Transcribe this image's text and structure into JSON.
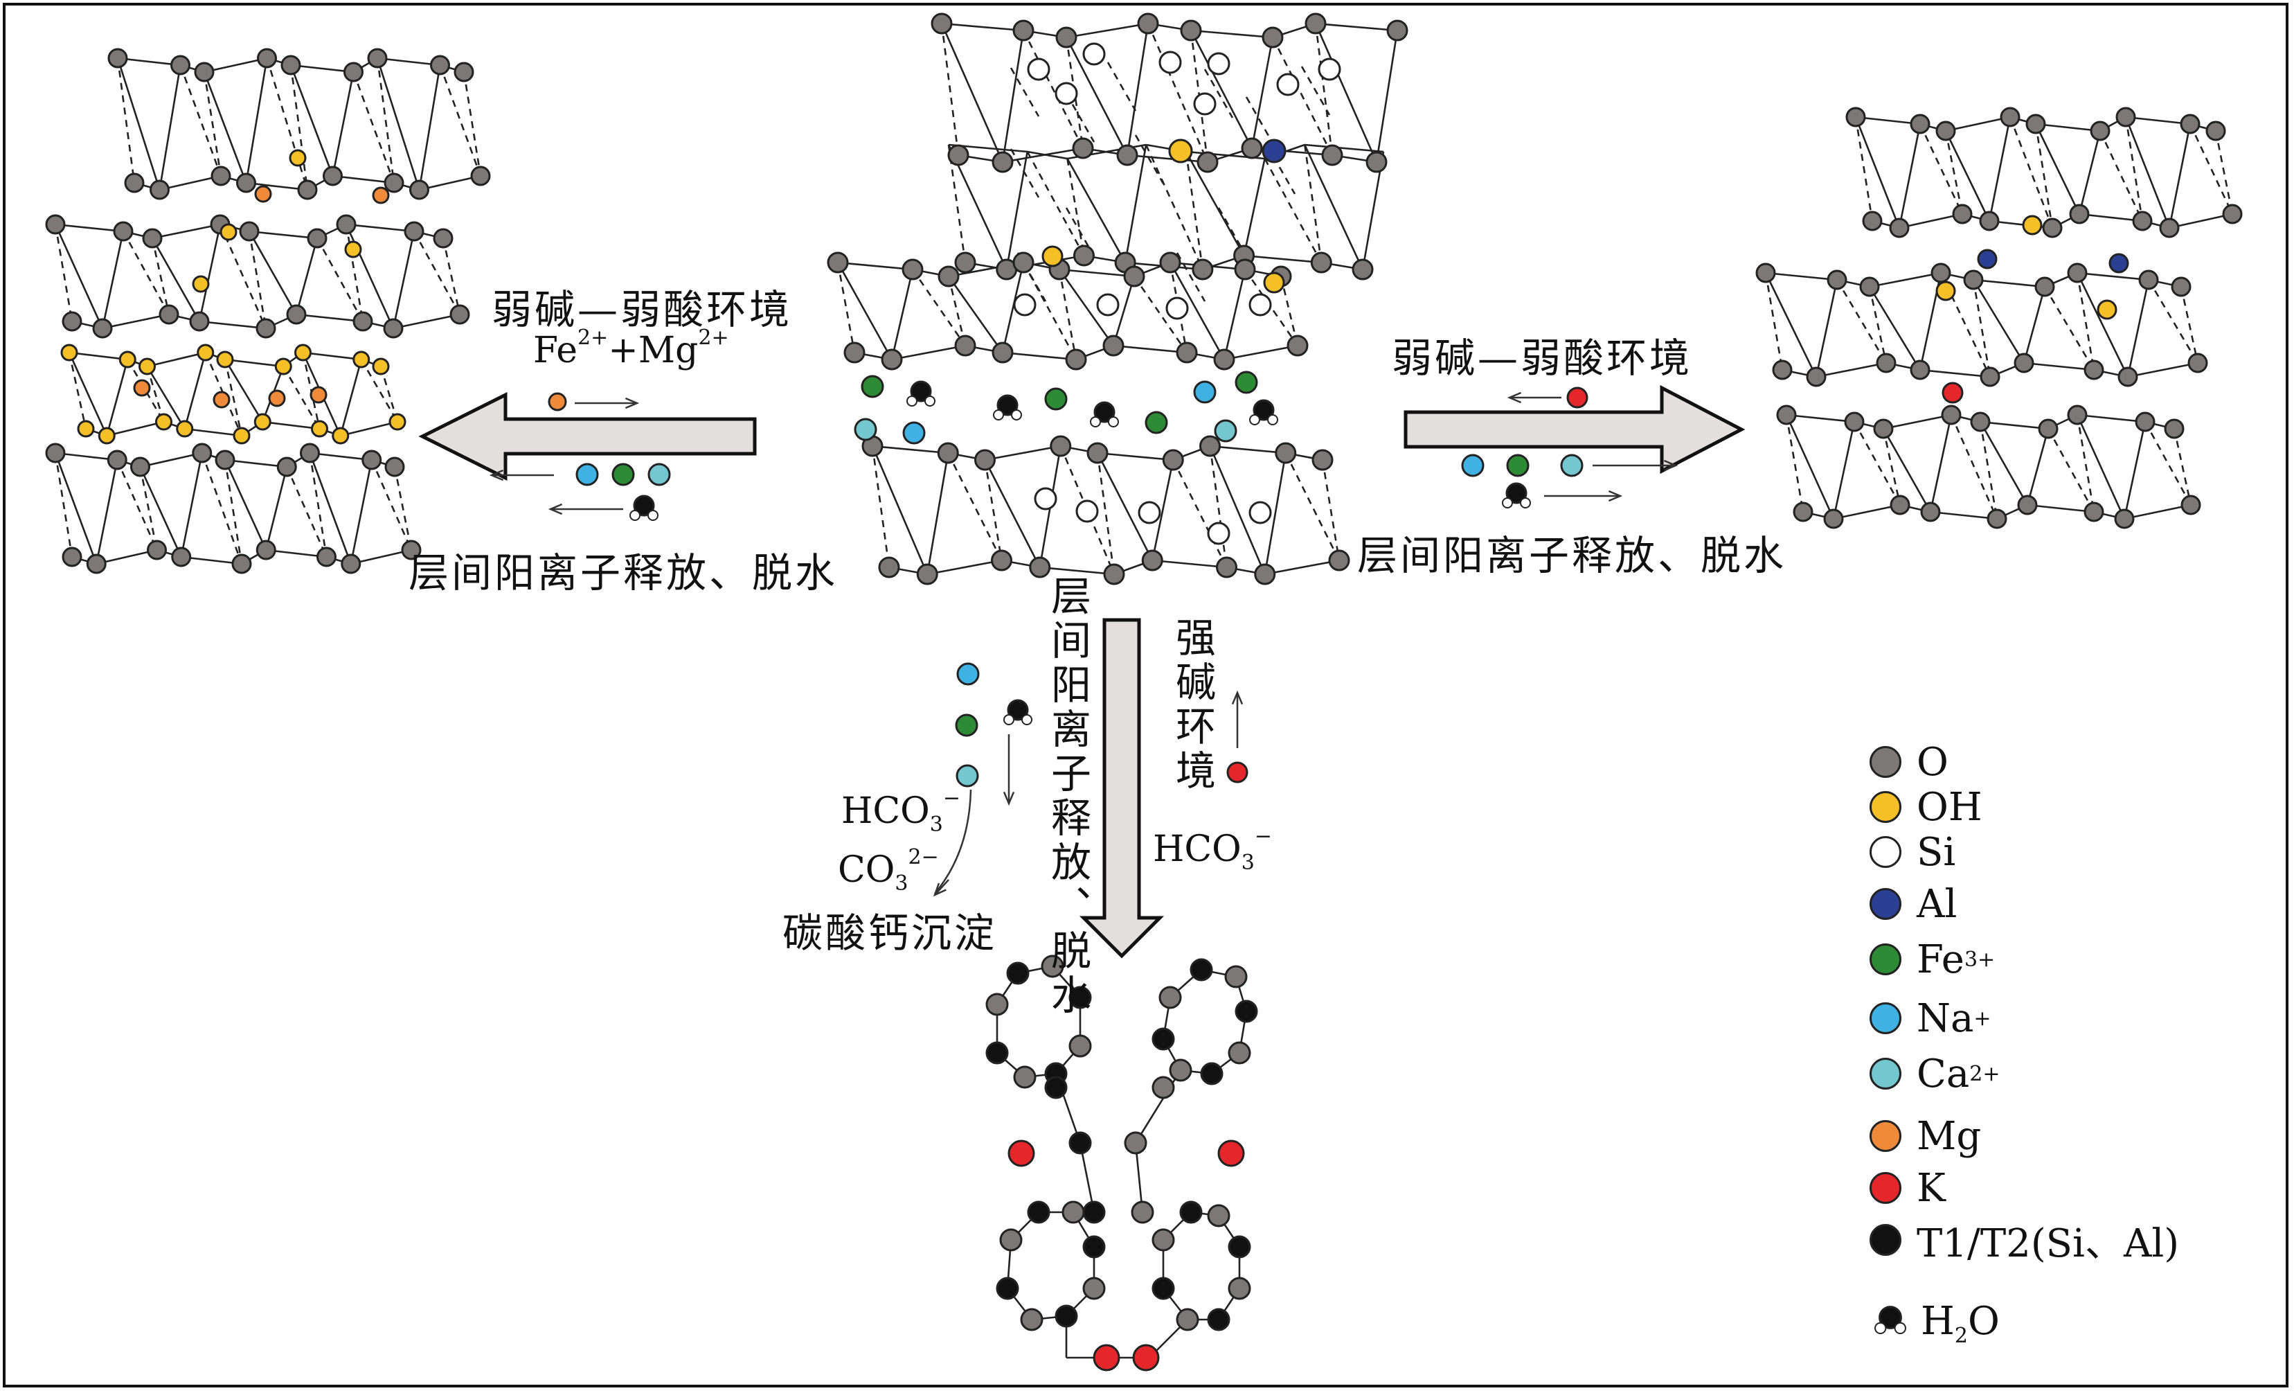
{
  "colors": {
    "O": "#7d7878",
    "OH": "#f5bf28",
    "Si": "#ffffff",
    "Al": "#2b3f93",
    "Fe3": "#2d8a35",
    "Na": "#3fb2e3",
    "Ca": "#74c6cf",
    "Mg": "#ef8a3a",
    "K": "#e5262b",
    "T": "#111111",
    "line": "#222222",
    "arrow_fill": "#e4dfdf"
  },
  "labels": {
    "left_env": "弱碱—弱酸环境",
    "left_ions_main": "Fe",
    "left_ions_sup1": "2+",
    "left_ions_mid": "+Mg",
    "left_ions_sup2": "2+",
    "left_release": "层间阳离子释放、脱水",
    "right_env": "弱碱—弱酸环境",
    "right_release": "层间阳离子释放、脱水",
    "down_release": "层间阳离子释放、脱水",
    "down_env": "强碱环境",
    "hco3_left": "HCO",
    "hco3_left_sub": "3",
    "hco3_left_sup": "−",
    "co3": "CO",
    "co3_sub": "3",
    "co3_sup": "2−",
    "precip": "碳酸钙沉淀",
    "hco3_right": "HCO",
    "hco3_right_sub": "3",
    "hco3_right_sup": "−"
  },
  "legend": [
    {
      "label": "O",
      "sup": "",
      "color_key": "O"
    },
    {
      "label": "OH",
      "sup": "",
      "color_key": "OH"
    },
    {
      "label": "Si",
      "sup": "",
      "color_key": "Si"
    },
    {
      "label": "Al",
      "sup": "",
      "color_key": "Al"
    },
    {
      "label": "Fe",
      "sup": "3+",
      "color_key": "Fe3"
    },
    {
      "label": "Na",
      "sup": "+",
      "color_key": "Na"
    },
    {
      "label": "Ca",
      "sup": "2+",
      "color_key": "Ca"
    },
    {
      "label": "Mg",
      "sup": "",
      "color_key": "Mg"
    },
    {
      "label": "K",
      "sup": "",
      "color_key": "K"
    },
    {
      "label": "T1/T2(Si、Al)",
      "sup": "",
      "color_key": "T"
    }
  ],
  "legend_water": {
    "label": "H",
    "sub": "2",
    "tail": "O"
  }
}
